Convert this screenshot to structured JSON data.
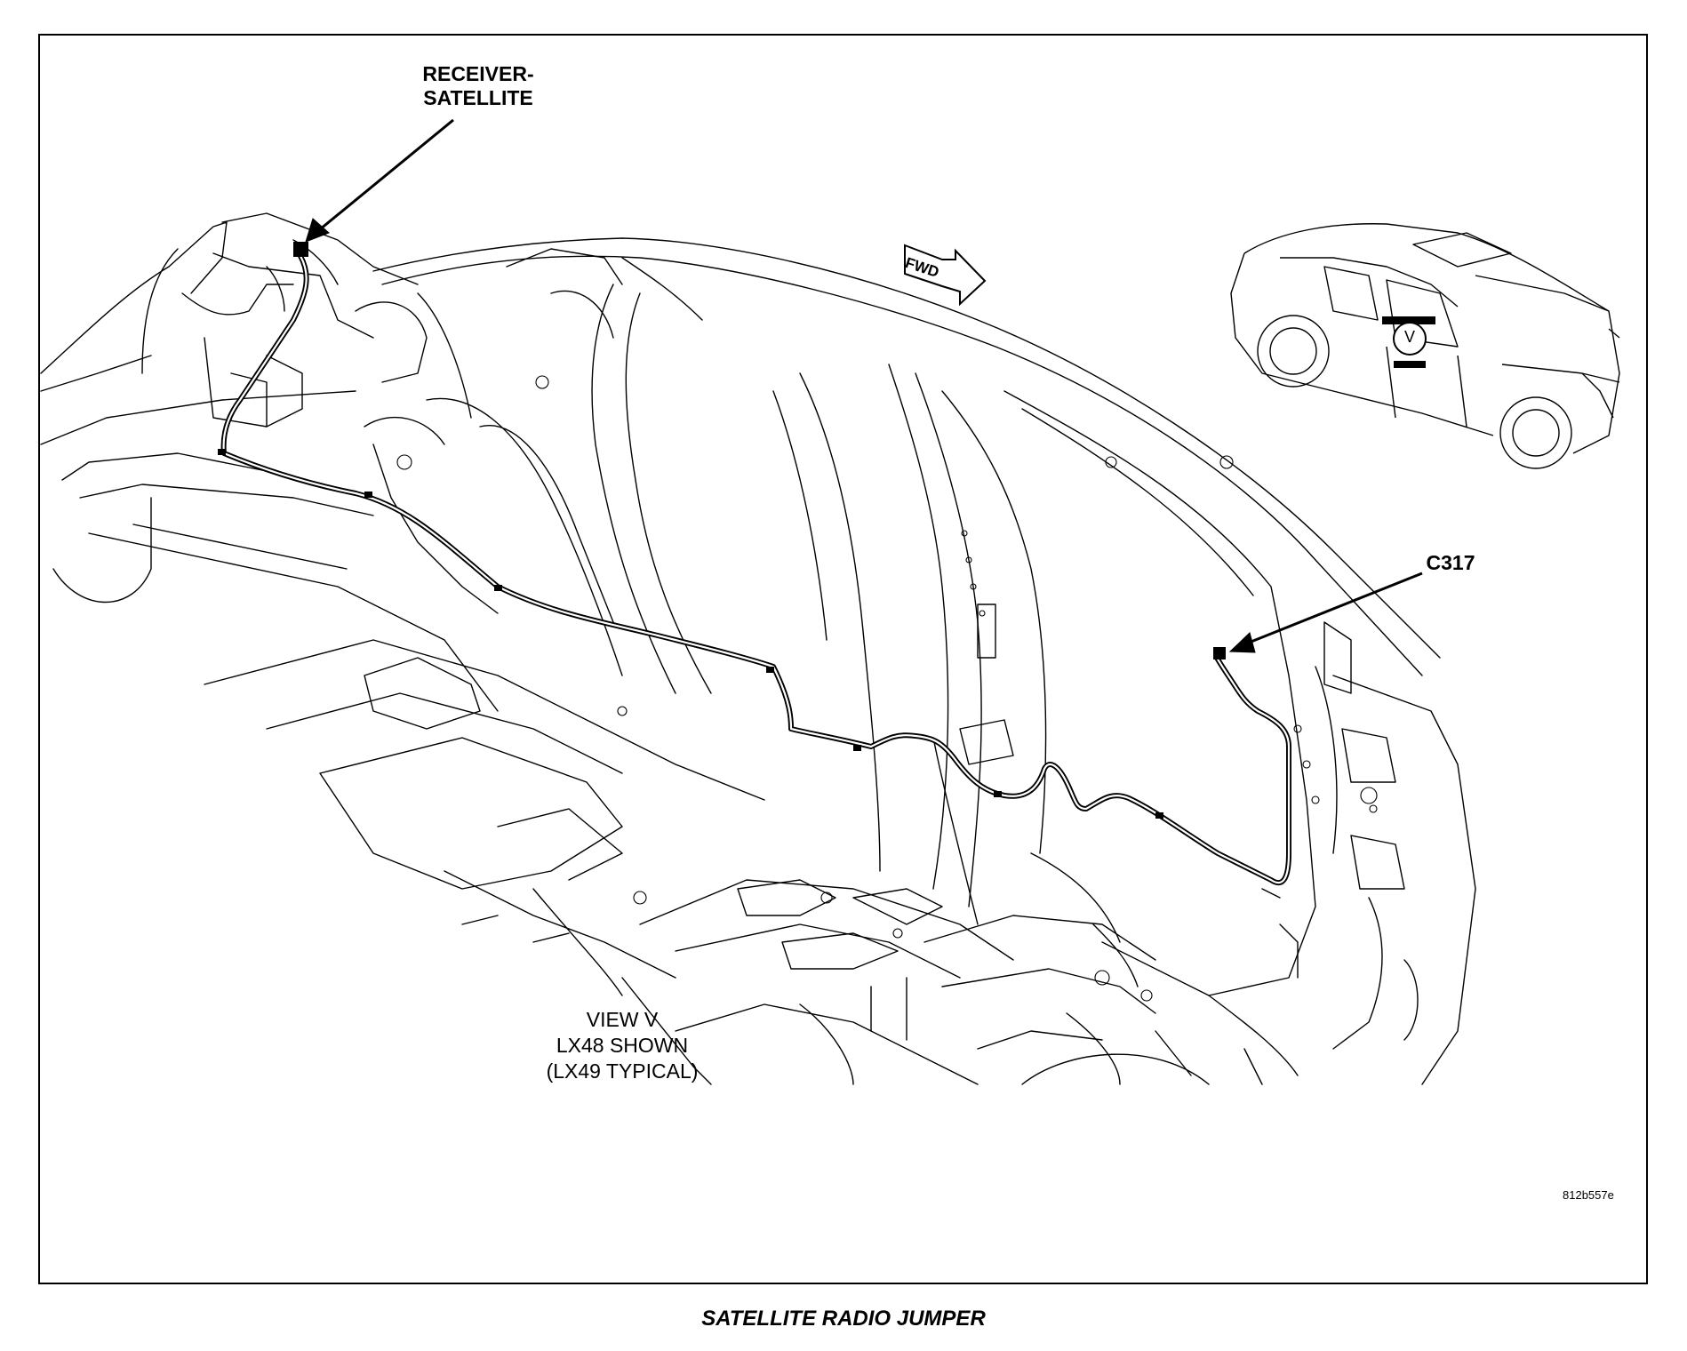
{
  "callouts": {
    "receiver_line1": "RECEIVER-",
    "receiver_line2": "SATELLITE",
    "connector": "C317",
    "fwd": "FWD",
    "view_marker": "V"
  },
  "view_note": {
    "line1": "VIEW V",
    "line2": "LX48 SHOWN",
    "line3": "(LX49 TYPICAL)"
  },
  "figure_id": "812b557e",
  "caption": "SATELLITE RADIO JUMPER"
}
